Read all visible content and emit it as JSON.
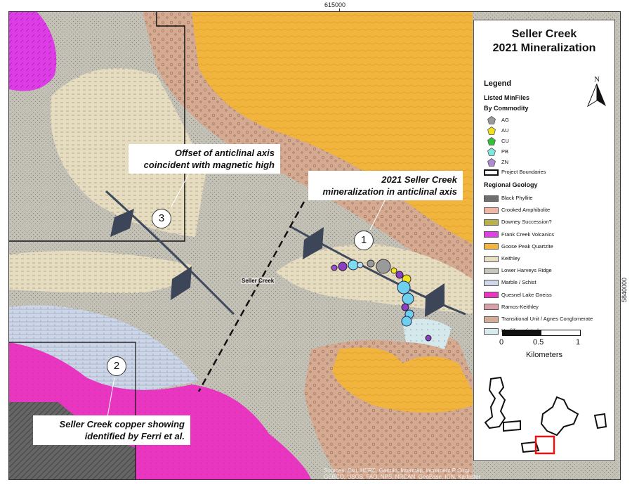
{
  "map": {
    "coord_top": "615000",
    "coord_right": "5840000",
    "place_label": "Seller Creek",
    "callouts": [
      {
        "number": "3",
        "text_lines": [
          "Offset of anticlinal axis",
          "coincident with magnetic high"
        ]
      },
      {
        "number": "1",
        "text_lines": [
          "2021 Seller Creek",
          "mineralization in anticlinal axis"
        ]
      },
      {
        "number": "2",
        "text_lines": [
          "Seller Creek copper showing",
          "identified by Ferri et al."
        ]
      }
    ],
    "attribution": "Sources: Esri, HERE, Garmin, Intermap, increment P Corp., GEBCO, USGS, FAO, NPS, NRCAN, GeoBase, IGN, Kadaster NL, Ordnance Survey, Esri Japan, METI, Esri China (Hong Kong), (c) OpenStreetMap contributors, and the GIS User Community"
  },
  "legend": {
    "title_lines": [
      "Seller Creek",
      "2021 Mineralization"
    ],
    "legend_label": "Legend",
    "listed_label": "Listed MinFiles",
    "by_commodity_label": "By Commodity",
    "commodities": [
      {
        "label": "AG",
        "color": "#9a9a9a",
        "shape": "pentagon"
      },
      {
        "label": "AU",
        "color": "#f2e21b",
        "shape": "pentagon"
      },
      {
        "label": "CU",
        "color": "#36c03a",
        "shape": "pentagon"
      },
      {
        "label": "PB",
        "color": "#7ee8e0",
        "shape": "pentagon"
      },
      {
        "label": "ZN",
        "color": "#b08ad0",
        "shape": "pentagon"
      }
    ],
    "project_boundaries_label": "Project Boundaries",
    "regional_geology_label": "Regional Geology",
    "geology": [
      {
        "label": "Black Phyllite",
        "color": "#6f6f6f"
      },
      {
        "label": "Crooked Amphibolite",
        "color": "#f2b6a3"
      },
      {
        "label": "Downey Succession?",
        "color": "#b8b04a"
      },
      {
        "label": "Frank Creek Volcanics",
        "color": "#e23ee6"
      },
      {
        "label": "Goose Peak Quartzite",
        "color": "#f3b53d"
      },
      {
        "label": "Keithley",
        "color": "#e8dfc4"
      },
      {
        "label": "Lower Harveys Ridge",
        "color": "#c9c6bd"
      },
      {
        "label": "Marble / Schist",
        "color": "#cfd8e8"
      },
      {
        "label": "Quesnel Lake Gneiss",
        "color": "#e937c1"
      },
      {
        "label": "Ramos-Keithley",
        "color": "#d9a0a8"
      },
      {
        "label": "Transitional Unit / Agnes Conglomerate",
        "color": "#d6ab93"
      },
      {
        "label": "Undifferentiated",
        "color": "#d7ebef"
      }
    ],
    "north_label": "N",
    "scale_labels": [
      "0",
      "0.5",
      "1"
    ],
    "scale_unit": "Kilometers"
  }
}
